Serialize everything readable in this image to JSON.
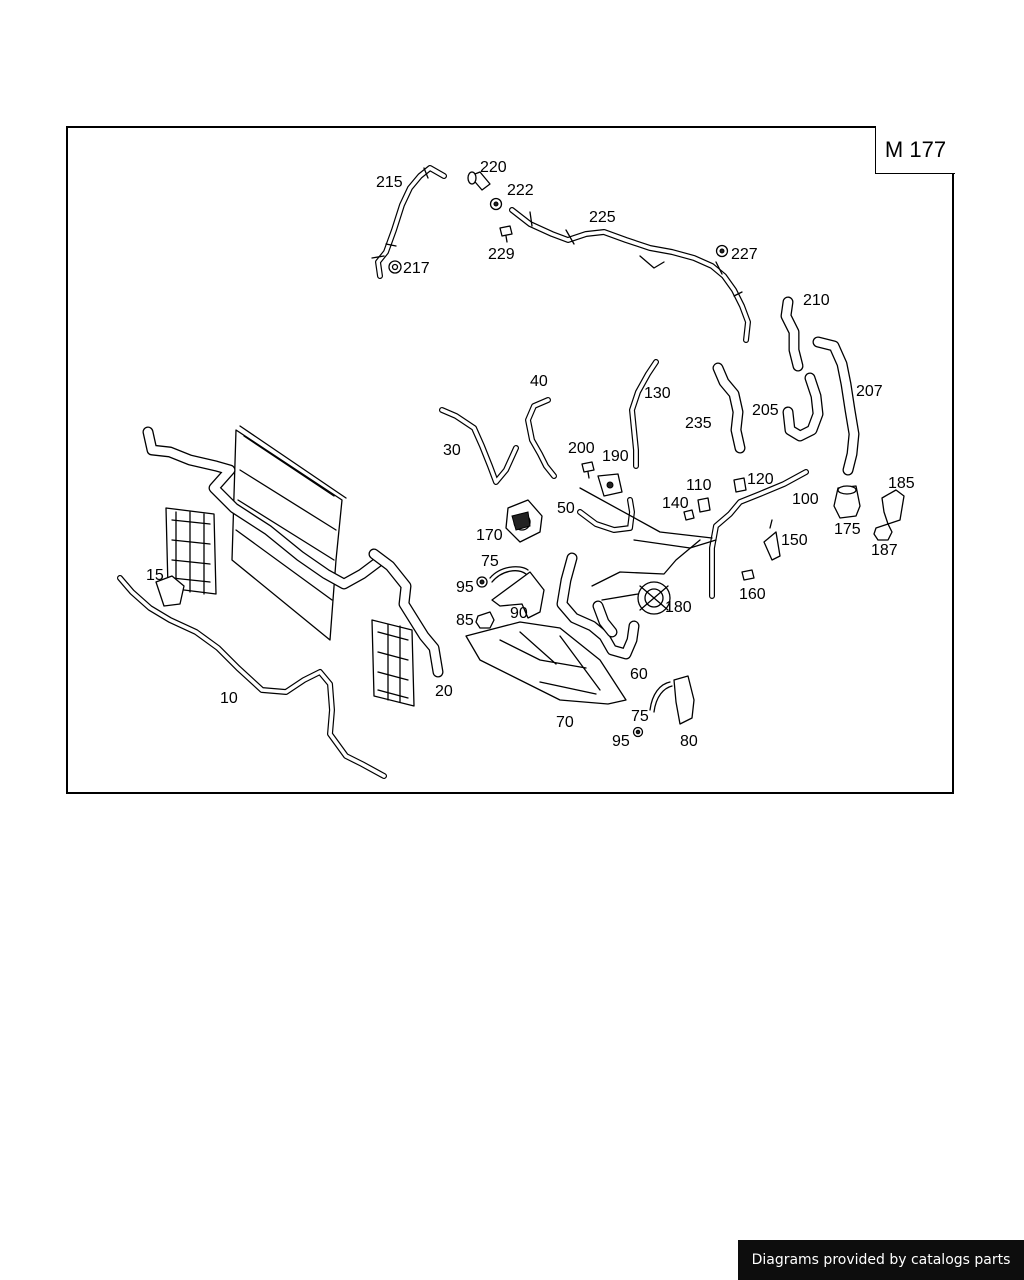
{
  "diagram": {
    "model_code": "M 177",
    "part_labels": [
      "10",
      "15",
      "20",
      "30",
      "40",
      "50",
      "60",
      "70",
      "75",
      "75",
      "80",
      "85",
      "90",
      "95",
      "95",
      "100",
      "110",
      "120",
      "130",
      "140",
      "150",
      "160",
      "170",
      "175",
      "180",
      "185",
      "187",
      "190",
      "200",
      "205",
      "207",
      "210",
      "215",
      "217",
      "220",
      "222",
      "225",
      "227",
      "229",
      "235"
    ]
  },
  "footer": {
    "text": "Diagrams provided by catalogs parts"
  }
}
